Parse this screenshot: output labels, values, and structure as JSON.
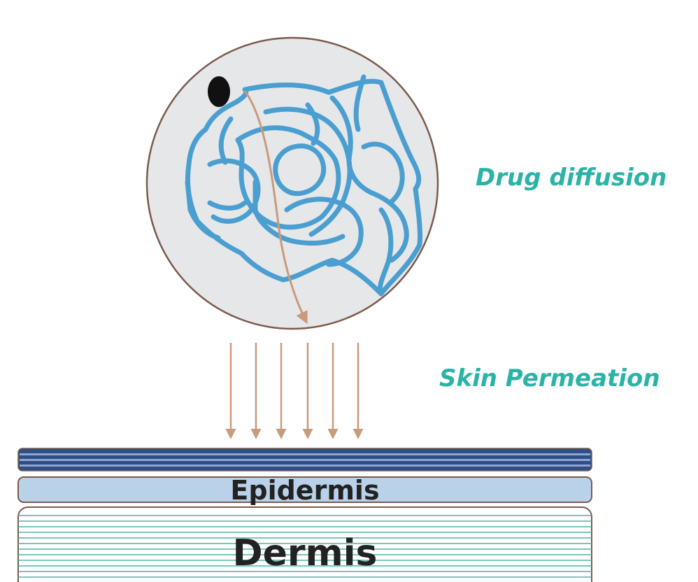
{
  "labels": {
    "drug_diffusion": "Drug diffusion",
    "skin_permeation": "Skin Permeation",
    "epidermis": "Epidermis",
    "dermis": "Dermis"
  },
  "colors": {
    "label_teal": "#2bb3a7",
    "polymer_blue": "#4a9fd0",
    "arrow_brown": "#c99a7c",
    "sphere_fill": "#e6e7e9",
    "sphere_stroke": "#7b5a4a",
    "drug_particle": "#111111",
    "stratum_dark": "#2f4e85",
    "stratum_light": "#8fa6cf",
    "epidermis_fill": "#b9d2ea",
    "dermis_line": "#4cb3a2",
    "layer_border": "#7b5a4a"
  },
  "icons": {
    "drug_particle": "drug-particle",
    "diffusion_path": "curved-arrow",
    "permeation_flow": "down-arrows"
  }
}
